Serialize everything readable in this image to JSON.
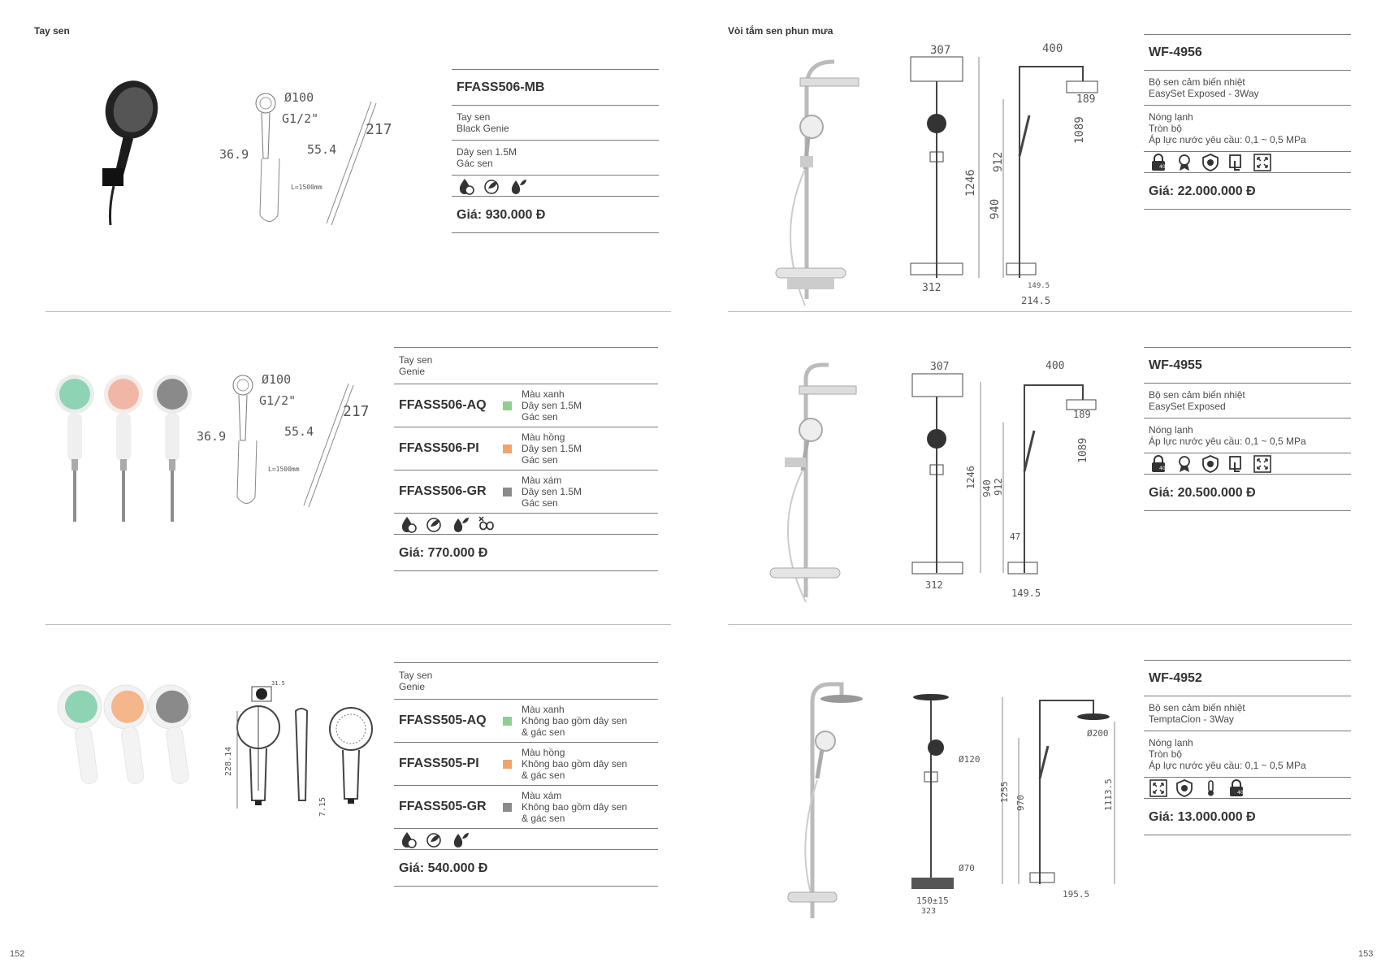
{
  "left_page": {
    "section_title": "Tay sen",
    "page_number": "152",
    "products": [
      {
        "model": "FFASS506-MB",
        "desc": "Tay sen\nBlack Genie",
        "detail": "Dây sen 1.5M\nGác sen",
        "price": "Giá: 930.000 Đ",
        "dims": {
          "d": "Ø100",
          "g": "G1/2\"",
          "a": "36.9",
          "b": "55.4",
          "c": "217",
          "l": "L=1500mm"
        }
      },
      {
        "desc": "Tay sen\nGenie",
        "variants": [
          {
            "model": "FFASS506-AQ",
            "color": "#8fce8f",
            "text": "Màu xanh\nDây sen 1.5M\nGác sen"
          },
          {
            "model": "FFASS506-PI",
            "color": "#f2a36b",
            "text": "Màu hồng\nDây sen 1.5M\nGác sen"
          },
          {
            "model": "FFASS506-GR",
            "color": "#8a8a8a",
            "text": "Màu xám\nDây sen 1.5M\nGác sen"
          }
        ],
        "price": "Giá: 770.000 Đ",
        "dims": {
          "d": "Ø100",
          "g": "G1/2\"",
          "a": "36.9",
          "b": "55.4",
          "c": "217",
          "l": "L=1500mm"
        }
      },
      {
        "desc": "Tay sen\nGenie",
        "variants": [
          {
            "model": "FFASS505-AQ",
            "color": "#8fce8f",
            "text": "Màu xanh\nKhông bao gồm dây sen\n& gác sen"
          },
          {
            "model": "FFASS505-PI",
            "color": "#f2a36b",
            "text": "Màu hồng\nKhông bao gồm dây sen\n& gác sen"
          },
          {
            "model": "FFASS505-GR",
            "color": "#8a8a8a",
            "text": "Màu xám\nKhông bao gồm dây sen\n& gác sen"
          }
        ],
        "price": "Giá: 540.000 Đ",
        "dims": {
          "h": "228.14",
          "w": "31.5",
          "t": "7.15"
        }
      }
    ]
  },
  "right_page": {
    "section_title": "Vòi tắm sen phun mưa",
    "page_number": "153",
    "products": [
      {
        "model": "WF-4956",
        "desc": "Bộ sen cảm biến nhiệt\nEasySet Exposed - 3Way",
        "detail": "Nóng lạnh\nTròn bộ\nÁp lực nước yêu cầu: 0,1 ~ 0,5 MPa",
        "price": "Giá: 22.000.000 Đ",
        "dims": {
          "top": "307",
          "width": "400",
          "h1": "1246",
          "h2": "912",
          "h3": "940",
          "h4": "1089",
          "r": "189",
          "base": "312",
          "b2": "149.5",
          "b3": "214.5"
        }
      },
      {
        "model": "WF-4955",
        "desc": "Bộ sen cảm biến nhiệt\nEasySet Exposed",
        "detail": "Nóng lạnh\nÁp lực nước yêu cầu: 0,1 ~ 0,5 MPa",
        "price": "Giá: 20.500.000 Đ",
        "dims": {
          "top": "307",
          "width": "400",
          "h1": "1246",
          "h2": "912",
          "h3": "940",
          "h4": "1089",
          "r": "189",
          "base": "312",
          "b2": "149.5",
          "small": "47"
        }
      },
      {
        "model": "WF-4952",
        "desc": "Bộ sen cảm biến nhiệt\nTemptaCion - 3Way",
        "detail": "Nóng lạnh\nTròn bộ\nÁp lực nước yêu cầu: 0,1 ~ 0,5 MPa",
        "price": "Giá: 13.000.000 Đ",
        "dims": {
          "d1": "Ø120",
          "d2": "Ø70",
          "d3": "Ø200",
          "h1": "1255",
          "h2": "970",
          "h3": "1113.5",
          "b1": "150±15",
          "b2": "323",
          "b3": "195.5"
        }
      }
    ]
  },
  "colors": {
    "rule": "#7a7a7a",
    "divider": "#bdbdbd",
    "text": "#333333"
  },
  "icon_names": [
    "water-drop-icon",
    "eco-leaf-icon",
    "anti-calc-icon",
    "infinity-icon",
    "thermo-lock-icon",
    "safety-icon",
    "shield-icon",
    "easy-clean-icon",
    "expand-icon",
    "thermometer-icon"
  ]
}
